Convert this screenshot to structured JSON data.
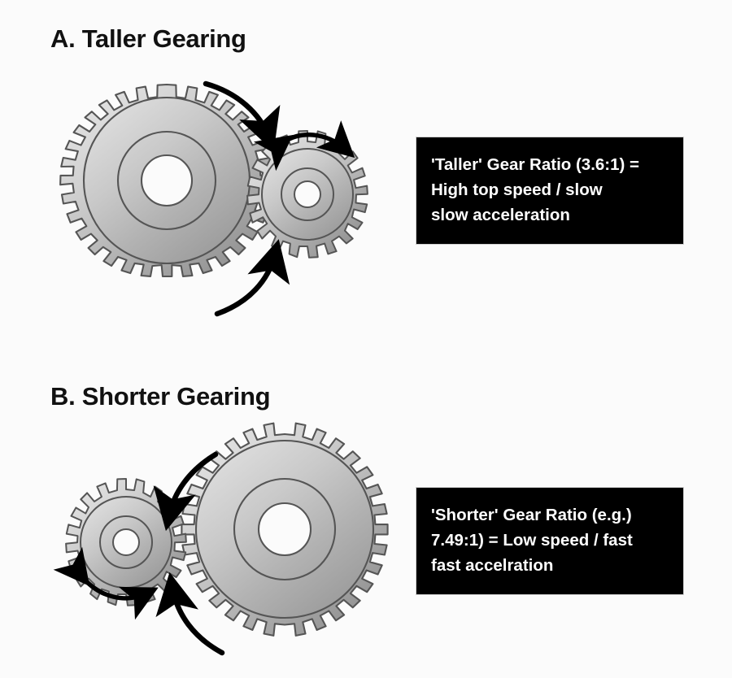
{
  "document": {
    "title": "Gearing comparison diagram",
    "background_color": "#fbfbfb"
  },
  "panels": [
    {
      "id": "a",
      "heading": "A. Taller Gearing",
      "callout": {
        "lines": [
          "'Taller' Gear Ratio (3.6:1) =",
          "High top speed / slow",
          "slow acceleration"
        ],
        "background_color": "#000000",
        "text_color": "#ffffff"
      },
      "gears": [
        {
          "role": "driving-gear",
          "size": "large",
          "teeth": 36,
          "position": "left"
        },
        {
          "role": "driven-gear",
          "size": "small",
          "teeth": 20,
          "position": "right"
        }
      ],
      "rotation_arrows": [
        {
          "name": "large-gear-rotation-arrow-top",
          "direction": "clockwise"
        },
        {
          "name": "large-gear-rotation-arrow-bottom",
          "direction": "clockwise"
        },
        {
          "name": "small-gear-rotation-arrow",
          "direction": "bidirectional"
        }
      ]
    },
    {
      "id": "b",
      "heading": "B. Shorter Gearing",
      "callout": {
        "lines": [
          "'Shorter' Gear Ratio (e.g.)",
          "7.49:1) = Low speed / fast",
          "fast accelration"
        ],
        "background_color": "#000000",
        "text_color": "#ffffff"
      },
      "gears": [
        {
          "role": "driving-gear",
          "size": "small",
          "teeth": 20,
          "position": "left"
        },
        {
          "role": "driven-gear",
          "size": "large",
          "teeth": 32,
          "position": "right"
        }
      ],
      "rotation_arrows": [
        {
          "name": "large-gear-rotation-arrow-top",
          "direction": "counter-clockwise"
        },
        {
          "name": "large-gear-rotation-arrow-bottom",
          "direction": "counter-clockwise"
        },
        {
          "name": "small-gear-rotation-arrow",
          "direction": "bidirectional"
        }
      ]
    }
  ],
  "style": {
    "gear_face_light": "#dcdcdc",
    "gear_face_mid": "#bcbcbc",
    "gear_face_dark": "#949494",
    "gear_outline": "#555555",
    "gear_hub_color": "#fbfbfb",
    "arrow_color": "#000000",
    "heading_color": "#111111"
  }
}
